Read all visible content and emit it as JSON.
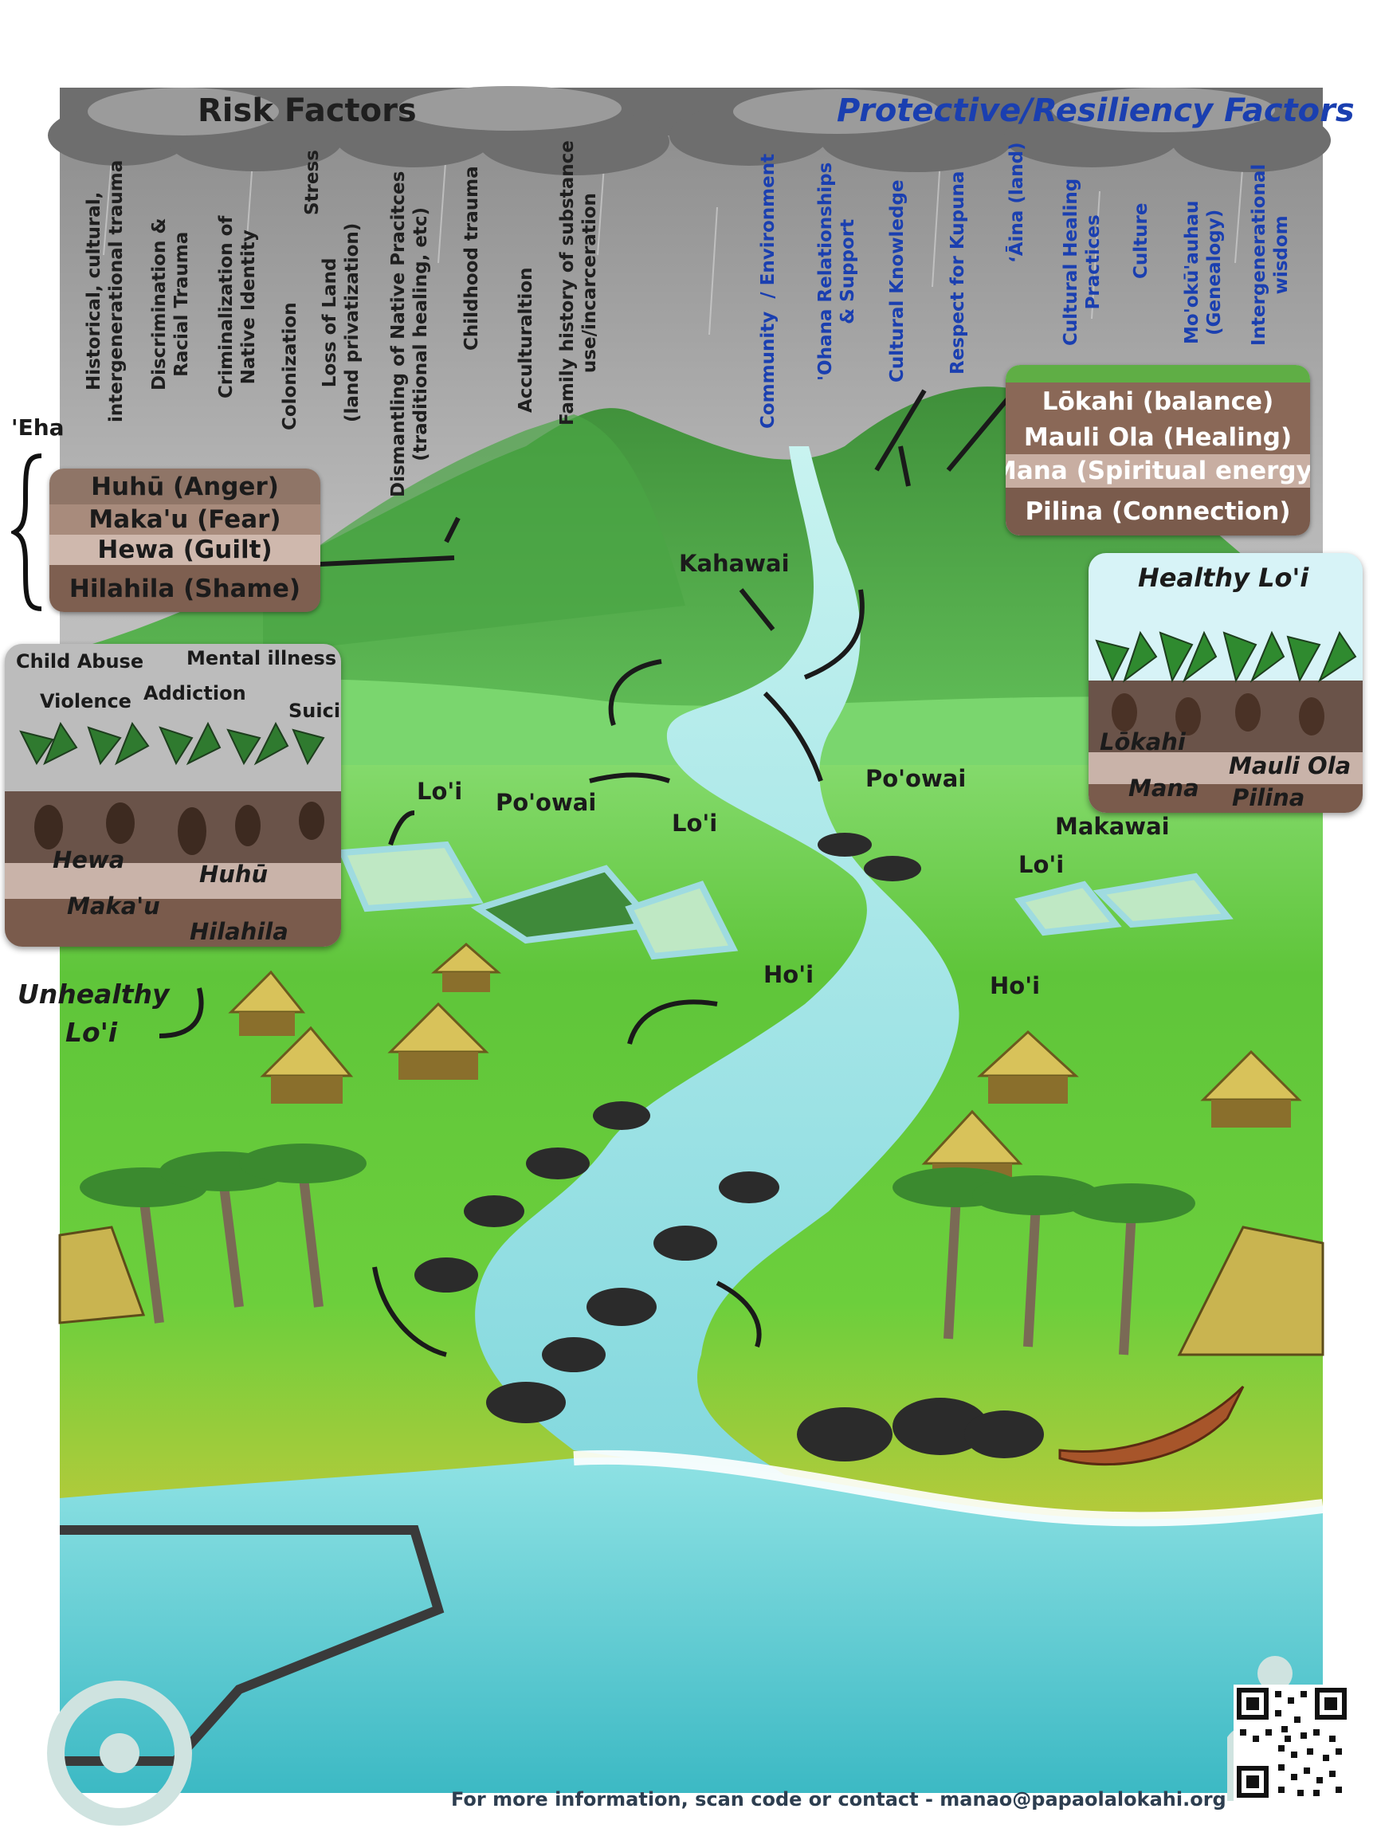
{
  "header": {
    "risk_title": "Risk Factors",
    "protective_title": "Protective/Resiliency Factors"
  },
  "risk_factors": [
    "Historical, cultural,\nintergenerational trauma",
    "Discrimination &\nRacial Trauma",
    "Criminalization of\nNative Identity",
    "Colonization",
    "Stress",
    "Loss of Land\n(land privatization)",
    "Dismantling of Native Pracitces\n(traditional healing, etc)",
    "Childhood trauma",
    "Acculturaltion",
    "Family history of substance\nuse/incarceration"
  ],
  "protective_factors": [
    "Community  / Environment",
    "'Ohana Relationships\n& Support",
    "Cultural Knowledge",
    "Respect for Kupuna",
    "ʻĀina (land)",
    "Cultural Healing\nPractices",
    "Culture",
    "Mo'okū'auhau\n(Genealogy)",
    "Intergenerational\nwisdom"
  ],
  "eha": {
    "label": "'Eha",
    "items": [
      "Huhū (Anger)",
      "Maka'u (Fear)",
      "Hewa (Guilt)",
      "Hilahila (Shame)"
    ]
  },
  "healing": {
    "items": [
      "Lōkahi (balance)",
      "Mauli Ola (Healing)",
      "Mana (Spiritual energy)",
      "Pilina (Connection)"
    ]
  },
  "unhealthy_panel": {
    "labels": [
      "Child Abuse",
      "Violence",
      "Addiction",
      "Mental illness",
      "Suicide"
    ],
    "soil_words": [
      "Hewa",
      "Huhū",
      "Maka'u",
      "Hilahila"
    ],
    "caption_line1": "Unhealthy",
    "caption_line2": "Lo'i"
  },
  "healthy_panel": {
    "title": "Healthy Lo'i",
    "soil_words": [
      "Lōkahi",
      "Mana",
      "Mauli Ola",
      "Pilina"
    ]
  },
  "landscape_labels": {
    "kahawai": "Kahawai",
    "loi_left": "Lo'i",
    "poowai_left": "Po'owai",
    "loi_center": "Lo'i",
    "poowai_right": "Po'owai",
    "makawai": "Makawai",
    "loi_right": "Lo'i",
    "hoi_center": "Ho'i",
    "hoi_right": "Ho'i"
  },
  "footer": {
    "text": "For more information, scan code or contact - manao@papaolalokahi.org"
  },
  "colors": {
    "risk_text": "#1f1f1f",
    "protective_text": "#1a3fb0",
    "sky": "#8c8c8c",
    "grass": "#5fc53a",
    "water": "#9fe3e6",
    "soil_dark": "#6e5446"
  }
}
